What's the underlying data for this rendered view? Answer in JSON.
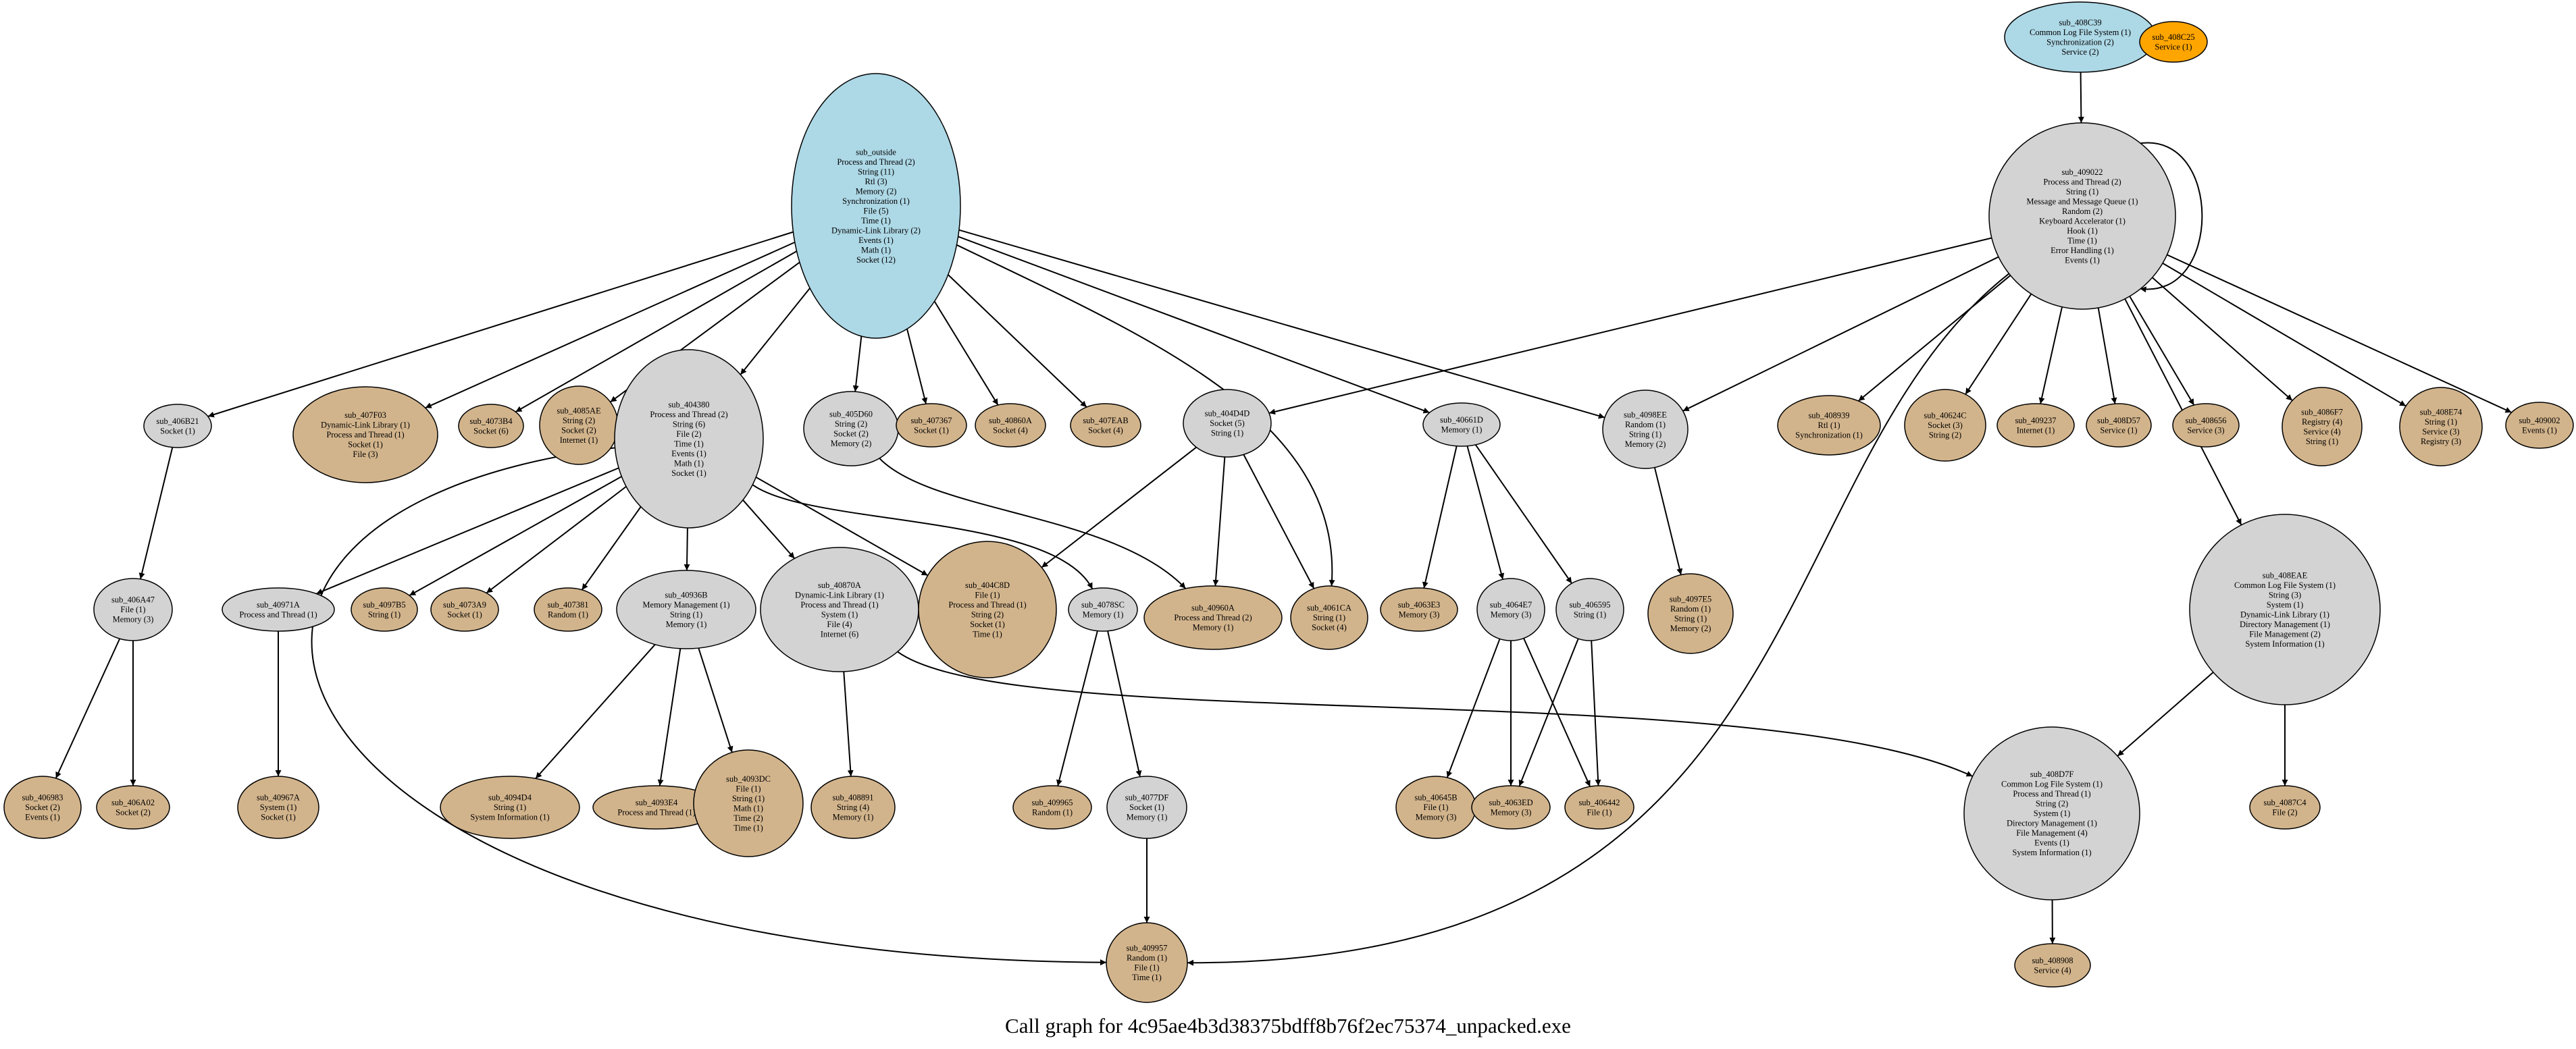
{
  "caption": "Call graph for 4c95ae4b3d38375bdff8b76f2ec75374_unpacked.exe",
  "palette": {
    "root_fill": "#add8e6",
    "internal_fill": "#d3d3d3",
    "leaf_fill": "#d2b48c",
    "orphan_fill": "#ffa500",
    "stroke": "#000000"
  },
  "nodes": [
    {
      "id": "sub_408C39",
      "kind": "root",
      "lines": [
        "sub_408C39",
        "Common Log File System (1)",
        "Synchronization (2)",
        "Service (2)"
      ]
    },
    {
      "id": "sub_408C25",
      "kind": "orphan",
      "lines": [
        "sub_408C25",
        "Service (1)"
      ]
    },
    {
      "id": "sub_outside",
      "kind": "root",
      "lines": [
        "sub_outside",
        "Process and Thread (2)",
        "String (11)",
        "Rtl (3)",
        "Memory (2)",
        "Synchronization (1)",
        "File (5)",
        "Time (1)",
        "Dynamic-Link Library (2)",
        "Events (1)",
        "Math (1)",
        "Socket (12)"
      ]
    },
    {
      "id": "sub_409022",
      "kind": "internal",
      "lines": [
        "sub_409022",
        "Process and Thread (2)",
        "String (1)",
        "Message and Message Queue (1)",
        "Random (2)",
        "Keyboard Accelerator (1)",
        "Hook (1)",
        "Time (1)",
        "Error Handling (1)",
        "Events (1)"
      ]
    },
    {
      "id": "sub_406B21",
      "kind": "internal",
      "lines": [
        "sub_406B21",
        "Socket (1)"
      ]
    },
    {
      "id": "sub_407F03",
      "kind": "leaf",
      "lines": [
        "sub_407F03",
        "Dynamic-Link Library (1)",
        "Process and Thread (1)",
        "Socket (1)",
        "File (3)"
      ]
    },
    {
      "id": "sub_4073B4",
      "kind": "leaf",
      "lines": [
        "sub_4073B4",
        "Socket (6)"
      ]
    },
    {
      "id": "sub_4085AE",
      "kind": "leaf",
      "lines": [
        "sub_4085AE",
        "String (2)",
        "Socket (2)",
        "Internet (1)"
      ]
    },
    {
      "id": "sub_404380",
      "kind": "internal",
      "lines": [
        "sub_404380",
        "Process and Thread (2)",
        "String (6)",
        "File (2)",
        "Time (1)",
        "Events (1)",
        "Math (1)",
        "Socket (1)"
      ]
    },
    {
      "id": "sub_405D60",
      "kind": "internal",
      "lines": [
        "sub_405D60",
        "String (2)",
        "Socket (2)",
        "Memory (2)"
      ]
    },
    {
      "id": "sub_407367",
      "kind": "leaf",
      "lines": [
        "sub_407367",
        "Socket (1)"
      ]
    },
    {
      "id": "sub_40860A",
      "kind": "leaf",
      "lines": [
        "sub_40860A",
        "Socket (4)"
      ]
    },
    {
      "id": "sub_407EAB",
      "kind": "leaf",
      "lines": [
        "sub_407EAB",
        "Socket (4)"
      ]
    },
    {
      "id": "sub_404D4D",
      "kind": "internal",
      "lines": [
        "sub_404D4D",
        "Socket (5)",
        "String (1)"
      ]
    },
    {
      "id": "sub_40661D",
      "kind": "internal",
      "lines": [
        "sub_40661D",
        "Memory (1)"
      ]
    },
    {
      "id": "sub_4098EE",
      "kind": "internal",
      "lines": [
        "sub_4098EE",
        "Random (1)",
        "String (1)",
        "Memory (2)"
      ]
    },
    {
      "id": "sub_408939",
      "kind": "leaf",
      "lines": [
        "sub_408939",
        "Rtl (1)",
        "Synchronization (1)"
      ]
    },
    {
      "id": "sub_40624C",
      "kind": "leaf",
      "lines": [
        "sub_40624C",
        "Socket (3)",
        "String (2)"
      ]
    },
    {
      "id": "sub_409237",
      "kind": "leaf",
      "lines": [
        "sub_409237",
        "Internet (1)"
      ]
    },
    {
      "id": "sub_408D57",
      "kind": "leaf",
      "lines": [
        "sub_408D57",
        "Service (1)"
      ]
    },
    {
      "id": "sub_408656",
      "kind": "leaf",
      "lines": [
        "sub_408656",
        "Service (3)"
      ]
    },
    {
      "id": "sub_4086F7",
      "kind": "leaf",
      "lines": [
        "sub_4086F7",
        "Registry (4)",
        "Service (4)",
        "String (1)"
      ]
    },
    {
      "id": "sub_408E74",
      "kind": "leaf",
      "lines": [
        "sub_408E74",
        "String (1)",
        "Service (3)",
        "Registry (3)"
      ]
    },
    {
      "id": "sub_409002",
      "kind": "leaf",
      "lines": [
        "sub_409002",
        "Events (1)"
      ]
    },
    {
      "id": "sub_406A47",
      "kind": "internal",
      "lines": [
        "sub_406A47",
        "File (1)",
        "Memory (3)"
      ]
    },
    {
      "id": "sub_40971A",
      "kind": "internal",
      "lines": [
        "sub_40971A",
        "Process and Thread (1)"
      ]
    },
    {
      "id": "sub_4097B5",
      "kind": "leaf",
      "lines": [
        "sub_4097B5",
        "String (1)"
      ]
    },
    {
      "id": "sub_4073A9",
      "kind": "leaf",
      "lines": [
        "sub_4073A9",
        "Socket (1)"
      ]
    },
    {
      "id": "sub_407381",
      "kind": "leaf",
      "lines": [
        "sub_407381",
        "Random (1)"
      ]
    },
    {
      "id": "sub_40936B",
      "kind": "internal",
      "lines": [
        "sub_40936B",
        "Memory Management (1)",
        "String (1)",
        "Memory (1)"
      ]
    },
    {
      "id": "sub_40870A",
      "kind": "internal",
      "lines": [
        "sub_40870A",
        "Dynamic-Link Library (1)",
        "Process and Thread (1)",
        "System (1)",
        "File (4)",
        "Internet (6)"
      ]
    },
    {
      "id": "sub_404C8D",
      "kind": "leaf",
      "lines": [
        "sub_404C8D",
        "File (1)",
        "Process and Thread (1)",
        "String (2)",
        "Socket (1)",
        "Time (1)"
      ]
    },
    {
      "id": "sub_4078SC",
      "kind": "internal",
      "lines": [
        "sub_4078SC",
        "Memory (1)"
      ]
    },
    {
      "id": "sub_40960A",
      "kind": "leaf",
      "lines": [
        "sub_40960A",
        "Process and Thread (2)",
        "Memory (1)"
      ]
    },
    {
      "id": "sub_4061CA",
      "kind": "leaf",
      "lines": [
        "sub_4061CA",
        "String (1)",
        "Socket (4)"
      ]
    },
    {
      "id": "sub_4063E3",
      "kind": "leaf",
      "lines": [
        "sub_4063E3",
        "Memory (3)"
      ]
    },
    {
      "id": "sub_4064E7",
      "kind": "internal",
      "lines": [
        "sub_4064E7",
        "Memory (3)"
      ]
    },
    {
      "id": "sub_406595",
      "kind": "internal",
      "lines": [
        "sub_406595",
        "String (1)"
      ]
    },
    {
      "id": "sub_4097E5",
      "kind": "leaf",
      "lines": [
        "sub_4097E5",
        "Random (1)",
        "String (1)",
        "Memory (2)"
      ]
    },
    {
      "id": "sub_408EAE",
      "kind": "internal",
      "lines": [
        "sub_408EAE",
        "Common Log File System (1)",
        "String (3)",
        "System (1)",
        "Dynamic-Link Library (1)",
        "Directory Management (1)",
        "File Management (2)",
        "System Information (1)"
      ]
    },
    {
      "id": "sub_406983",
      "kind": "leaf",
      "lines": [
        "sub_406983",
        "Socket (2)",
        "Events (1)"
      ]
    },
    {
      "id": "sub_406A02",
      "kind": "leaf",
      "lines": [
        "sub_406A02",
        "Socket (2)"
      ]
    },
    {
      "id": "sub_40967A",
      "kind": "leaf",
      "lines": [
        "sub_40967A",
        "System (1)",
        "Socket (1)"
      ]
    },
    {
      "id": "sub_4094D4",
      "kind": "leaf",
      "lines": [
        "sub_4094D4",
        "String (1)",
        "System Information (1)"
      ]
    },
    {
      "id": "sub_4093E4",
      "kind": "leaf",
      "lines": [
        "sub_4093E4",
        "Process and Thread (1)"
      ]
    },
    {
      "id": "sub_4093DC",
      "kind": "leaf",
      "lines": [
        "sub_4093DC",
        "File (1)",
        "String (1)",
        "Math (1)",
        "Time (2)",
        "Time (1)"
      ]
    },
    {
      "id": "sub_408891",
      "kind": "leaf",
      "lines": [
        "sub_408891",
        "String (4)",
        "Memory (1)"
      ]
    },
    {
      "id": "sub_409965",
      "kind": "leaf",
      "lines": [
        "sub_409965",
        "Random (1)"
      ]
    },
    {
      "id": "sub_4077DF",
      "kind": "internal",
      "lines": [
        "sub_4077DF",
        "Socket (1)",
        "Memory (1)"
      ]
    },
    {
      "id": "sub_40645B",
      "kind": "leaf",
      "lines": [
        "sub_40645B",
        "File (1)",
        "Memory (3)"
      ]
    },
    {
      "id": "sub_4063ED",
      "kind": "leaf",
      "lines": [
        "sub_4063ED",
        "Memory (3)"
      ]
    },
    {
      "id": "sub_406442",
      "kind": "leaf",
      "lines": [
        "sub_406442",
        "File (1)"
      ]
    },
    {
      "id": "sub_408D7F",
      "kind": "internal",
      "lines": [
        "sub_408D7F",
        "Common Log File System (1)",
        "Process and Thread (1)",
        "String (2)",
        "System (1)",
        "Directory Management (1)",
        "File Management (4)",
        "Events (1)",
        "System Information (1)"
      ]
    },
    {
      "id": "sub_4087C4",
      "kind": "leaf",
      "lines": [
        "sub_4087C4",
        "File (2)"
      ]
    },
    {
      "id": "sub_409957",
      "kind": "leaf",
      "lines": [
        "sub_409957",
        "Random (1)",
        "File (1)",
        "Time (1)"
      ]
    },
    {
      "id": "sub_408908",
      "kind": "leaf",
      "lines": [
        "sub_408908",
        "Service (4)"
      ]
    }
  ],
  "edges": [
    [
      "sub_408C39",
      "sub_409022"
    ],
    [
      "sub_409022",
      "sub_409022"
    ],
    [
      "sub_outside",
      "sub_406B21"
    ],
    [
      "sub_outside",
      "sub_407F03"
    ],
    [
      "sub_outside",
      "sub_4073B4"
    ],
    [
      "sub_outside",
      "sub_4085AE"
    ],
    [
      "sub_outside",
      "sub_404380"
    ],
    [
      "sub_outside",
      "sub_405D60"
    ],
    [
      "sub_outside",
      "sub_407367"
    ],
    [
      "sub_outside",
      "sub_40860A"
    ],
    [
      "sub_outside",
      "sub_407EAB"
    ],
    [
      "sub_outside",
      "sub_4061CA"
    ],
    [
      "sub_outside",
      "sub_40661D"
    ],
    [
      "sub_outside",
      "sub_4098EE"
    ],
    [
      "sub_409022",
      "sub_404D4D"
    ],
    [
      "sub_409022",
      "sub_4098EE"
    ],
    [
      "sub_409022",
      "sub_408939"
    ],
    [
      "sub_409022",
      "sub_40624C"
    ],
    [
      "sub_409022",
      "sub_409237"
    ],
    [
      "sub_409022",
      "sub_408D57"
    ],
    [
      "sub_409022",
      "sub_408656"
    ],
    [
      "sub_409022",
      "sub_4086F7"
    ],
    [
      "sub_409022",
      "sub_408E74"
    ],
    [
      "sub_409022",
      "sub_409002"
    ],
    [
      "sub_409022",
      "sub_408EAE"
    ],
    [
      "sub_409022",
      "sub_409957"
    ],
    [
      "sub_406B21",
      "sub_406A47"
    ],
    [
      "sub_406A47",
      "sub_406983"
    ],
    [
      "sub_406A47",
      "sub_406A02"
    ],
    [
      "sub_404380",
      "sub_40971A"
    ],
    [
      "sub_404380",
      "sub_4097B5"
    ],
    [
      "sub_404380",
      "sub_4073A9"
    ],
    [
      "sub_404380",
      "sub_407381"
    ],
    [
      "sub_404380",
      "sub_40936B"
    ],
    [
      "sub_404380",
      "sub_40870A"
    ],
    [
      "sub_404380",
      "sub_404C8D"
    ],
    [
      "sub_404380",
      "sub_4078SC"
    ],
    [
      "sub_404380",
      "sub_409957"
    ],
    [
      "sub_405D60",
      "sub_40960A"
    ],
    [
      "sub_404D4D",
      "sub_404C8D"
    ],
    [
      "sub_404D4D",
      "sub_40960A"
    ],
    [
      "sub_404D4D",
      "sub_4061CA"
    ],
    [
      "sub_40661D",
      "sub_4063E3"
    ],
    [
      "sub_40661D",
      "sub_4064E7"
    ],
    [
      "sub_40661D",
      "sub_406595"
    ],
    [
      "sub_4098EE",
      "sub_4097E5"
    ],
    [
      "sub_40971A",
      "sub_40967A"
    ],
    [
      "sub_40936B",
      "sub_4094D4"
    ],
    [
      "sub_40936B",
      "sub_4093E4"
    ],
    [
      "sub_40936B",
      "sub_4093DC"
    ],
    [
      "sub_40870A",
      "sub_408891"
    ],
    [
      "sub_40870A",
      "sub_408D7F"
    ],
    [
      "sub_4078SC",
      "sub_409965"
    ],
    [
      "sub_4078SC",
      "sub_4077DF"
    ],
    [
      "sub_4077DF",
      "sub_409957"
    ],
    [
      "sub_4064E7",
      "sub_40645B"
    ],
    [
      "sub_4064E7",
      "sub_4063ED"
    ],
    [
      "sub_4064E7",
      "sub_406442"
    ],
    [
      "sub_406595",
      "sub_4063ED"
    ],
    [
      "sub_406595",
      "sub_406442"
    ],
    [
      "sub_408EAE",
      "sub_408D7F"
    ],
    [
      "sub_408EAE",
      "sub_4087C4"
    ],
    [
      "sub_408D7F",
      "sub_408908"
    ]
  ]
}
